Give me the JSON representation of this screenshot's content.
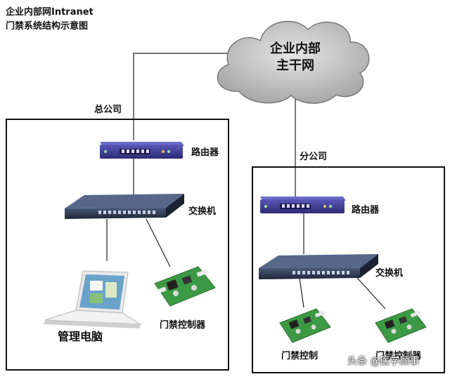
{
  "title": {
    "line1": "企业内部网Intranet",
    "line2": "门禁系统结构示意图"
  },
  "cloud": {
    "line1": "企业内部",
    "line2": "主干网"
  },
  "head_office": {
    "label": "总公司",
    "router_label": "路由器",
    "switch_label": "交换机",
    "pc_label": "管理电脑",
    "controller_label": "门禁控制器"
  },
  "branch_office": {
    "label": "分公司",
    "router_label": "路由器",
    "switch_label": "交换机",
    "controller_left_label": "门禁控制",
    "controller_right_label": "门禁控制器"
  },
  "watermark": {
    "text": "头条 @医学顾事"
  },
  "colors": {
    "router": "#3b3a8e",
    "switch": "#2f3a55",
    "board": "#3c9a45",
    "frame": "#111111",
    "cloud": "#c9c9c9"
  }
}
